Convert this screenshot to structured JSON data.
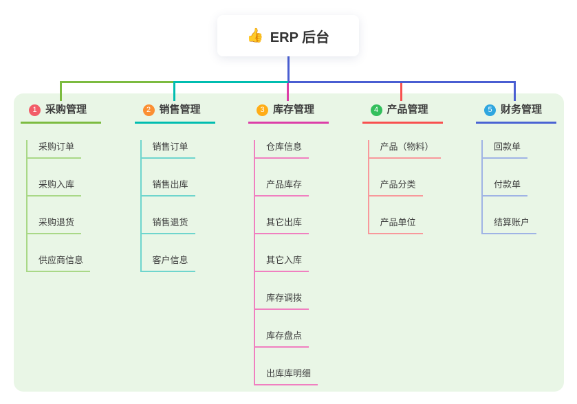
{
  "root": {
    "icon": "thumbs-up-icon",
    "emoji": "👍",
    "label": "ERP 后台"
  },
  "colors": {
    "page_bg": "#FFFFFF",
    "panel_bg": "#E9F6E6",
    "card_bg": "#FFFFFF",
    "text": "#3D3D3D",
    "root_line": "#4A5ED2"
  },
  "branches": [
    {
      "badge": "1",
      "badge_color": "#F25C68",
      "title": "采购管理",
      "line_color": "#7CBB40",
      "child_line_color": "#A9D887",
      "children": [
        "采购订单",
        "采购入库",
        "采购退货",
        "供应商信息"
      ]
    },
    {
      "badge": "2",
      "badge_color": "#FB8F33",
      "title": "销售管理",
      "line_color": "#00BDB0",
      "child_line_color": "#6ED5CD",
      "children": [
        "销售订单",
        "销售出库",
        "销售退货",
        "客户信息"
      ]
    },
    {
      "badge": "3",
      "badge_color": "#FFAD17",
      "title": "库存管理",
      "line_color": "#DC3FA8",
      "child_line_color": "#F07FC0",
      "children": [
        "仓库信息",
        "产品库存",
        "其它出库",
        "其它入库",
        "库存调拨",
        "库存盘点",
        "出库库明细"
      ]
    },
    {
      "badge": "4",
      "badge_color": "#33BF5C",
      "title": "产品管理",
      "line_color": "#F8504F",
      "child_line_color": "#F8989B",
      "children": [
        "产品（物料）",
        "产品分类",
        "产品单位"
      ]
    },
    {
      "badge": "5",
      "badge_color": "#2FA6DF",
      "title": "财务管理",
      "line_color": "#4A63D3",
      "child_line_color": "#9FB3E5",
      "children": [
        "回款单",
        "付款单",
        "结算账户"
      ]
    }
  ]
}
